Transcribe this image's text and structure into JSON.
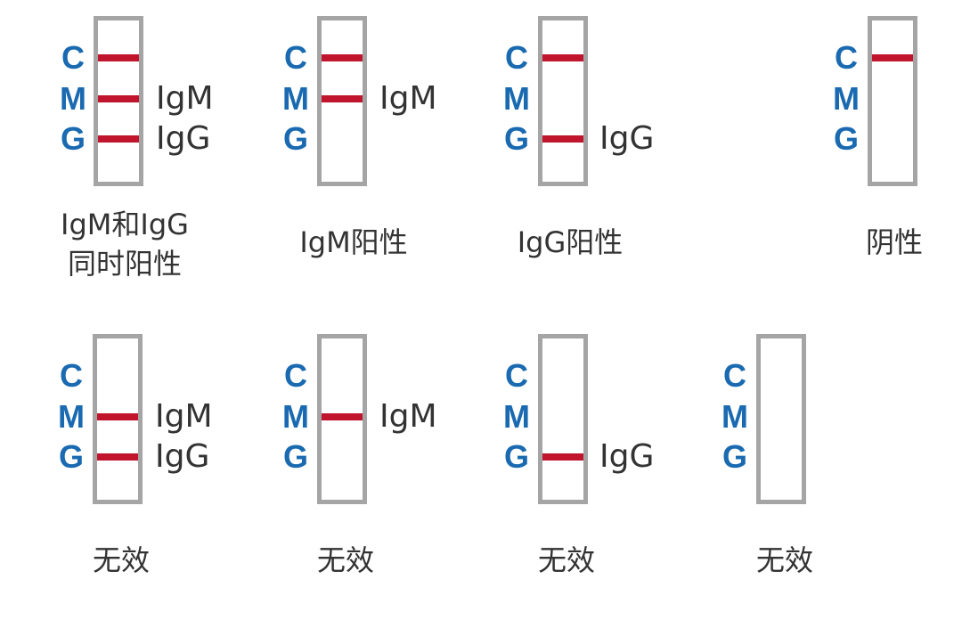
{
  "colors": {
    "strip_border": "#a5a5a5",
    "band": "#c0152d",
    "letter": "#1a6ab1",
    "text": "#333333"
  },
  "letters": {
    "c": "C",
    "m": "M",
    "g": "G"
  },
  "side_labels": {
    "igm": "IgM",
    "igg": "IgG"
  },
  "panels": [
    {
      "bands": {
        "c": true,
        "m": true,
        "g": true
      },
      "caption_lines": [
        "IgM和IgG",
        "同时阳性"
      ]
    },
    {
      "bands": {
        "c": true,
        "m": true,
        "g": false
      },
      "caption_lines": [
        "IgM阳性"
      ]
    },
    {
      "bands": {
        "c": true,
        "m": false,
        "g": true
      },
      "caption_lines": [
        "IgG阳性"
      ]
    },
    {
      "bands": {
        "c": true,
        "m": false,
        "g": false
      },
      "caption_lines": [
        "阴性"
      ]
    },
    {
      "bands": {
        "c": false,
        "m": true,
        "g": true
      },
      "caption_lines": [
        "无效"
      ]
    },
    {
      "bands": {
        "c": false,
        "m": true,
        "g": false
      },
      "caption_lines": [
        "无效"
      ]
    },
    {
      "bands": {
        "c": false,
        "m": false,
        "g": true
      },
      "caption_lines": [
        "无效"
      ]
    },
    {
      "bands": {
        "c": false,
        "m": false,
        "g": false
      },
      "caption_lines": [
        "无效"
      ]
    }
  ]
}
